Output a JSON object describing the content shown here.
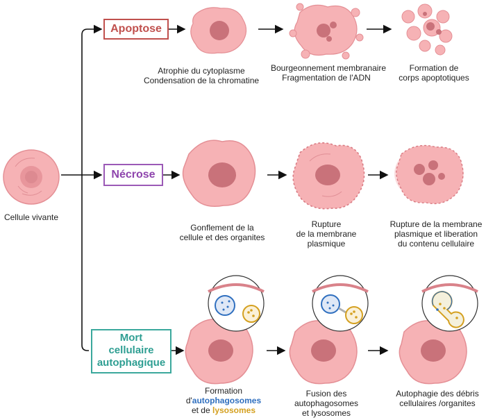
{
  "living_cell": {
    "label": "Cellule vivante"
  },
  "colors": {
    "apoptose": "#c0504d",
    "necrose": "#9b59b6",
    "autophagie": "#3aa89c",
    "cell_fill": "#f4a4a8",
    "nucleus": "#c9727a",
    "autophagosome": "#2f6fbf",
    "lysosome": "#d4a020"
  },
  "apoptose": {
    "label": "Apoptose",
    "steps": [
      {
        "line1": "Atrophie du cytoplasme",
        "line2": "Condensation de la chromatine"
      },
      {
        "line1": "Bourgeonnement membranaire",
        "line2": "Fragmentation de l'ADN"
      },
      {
        "line1": "Formation de",
        "line2": "corps apoptotiques"
      }
    ]
  },
  "necrose": {
    "label": "Nécrose",
    "steps": [
      {
        "line1": "Gonflement de la",
        "line2": "cellule et des organites"
      },
      {
        "line1": "Rupture",
        "line2": "de la membrane",
        "line3": "plasmique"
      },
      {
        "line1": "Rupture de la membrane",
        "line2": "plasmique et liberation",
        "line3": "du contenu cellulaire"
      }
    ]
  },
  "autophagie": {
    "label_line1": "Mort",
    "label_line2": "cellulaire",
    "label_line3": "autophagique",
    "step1": {
      "line1": "Formation",
      "prefix": "d'",
      "autophagosomes": "autophagosomes",
      "and": "et de",
      "lysosomes": "lysosomes"
    },
    "step2": {
      "line1": "Fusion des",
      "line2": "autophagosomes",
      "line3": "et  lysosomes"
    },
    "step3": {
      "line1": "Autophagie des débris",
      "line2": "cellulaires /organites"
    }
  }
}
